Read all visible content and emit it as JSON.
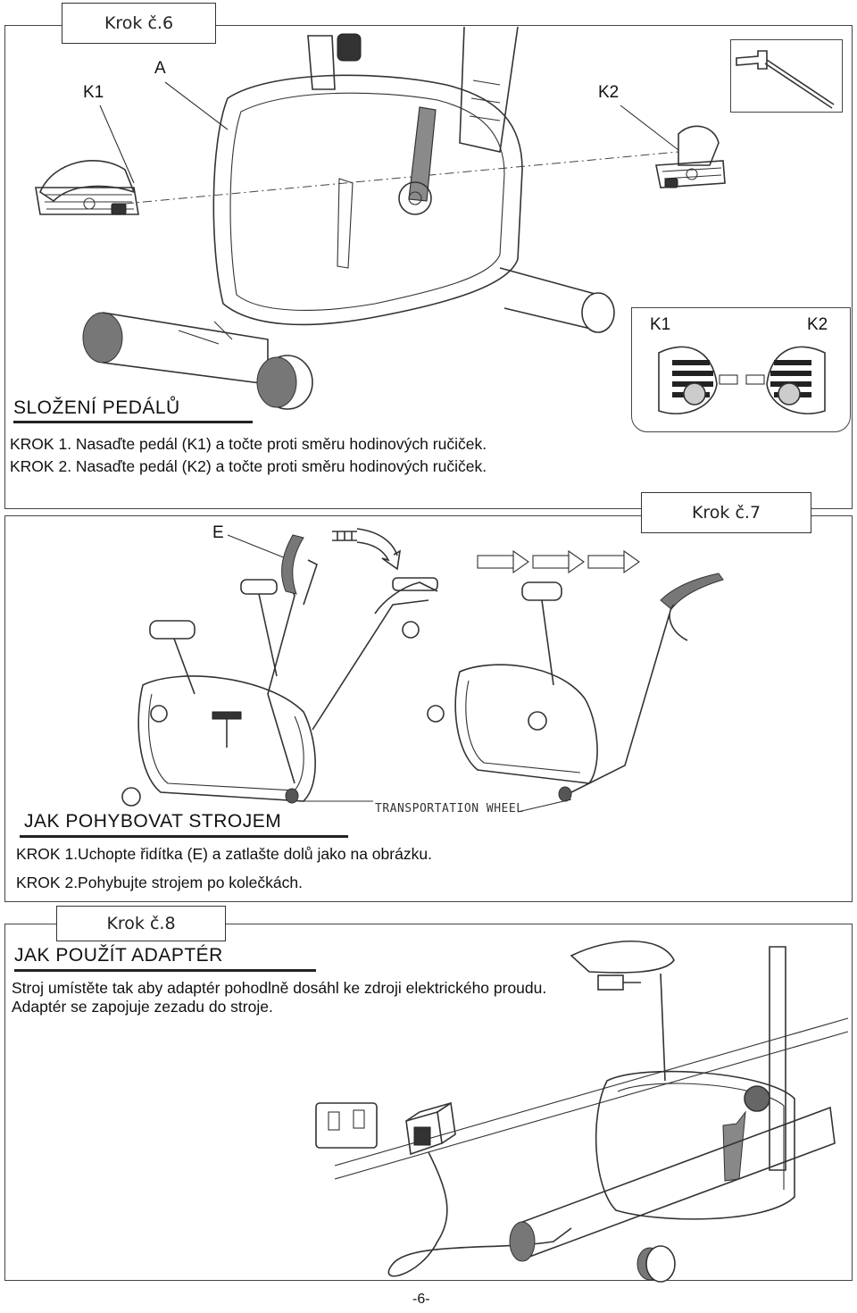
{
  "step6": {
    "box_label": "Krok č.6",
    "callout_k1": "K1",
    "callout_a": "A",
    "callout_k2": "K2",
    "inset_k1": "K1",
    "inset_k2": "K2",
    "heading": "SLOŽENÍ PEDÁLŮ",
    "line1": "KROK 1. Nasaďte pedál (K1) a točte proti směru hodinových ručiček.",
    "line2": "KROK 2. Nasaďte pedál (K2) a točte proti směru hodinových ručiček."
  },
  "step7": {
    "box_label": "Krok č.7",
    "callout_e": "E",
    "wheel_label": "TRANSPORTATION WHEEL",
    "heading": "JAK POHYBOVAT STROJEM",
    "line1": "KROK 1.Uchopte řidítka (E) a zatlašte dolů jako na obrázku.",
    "line2": "KROK 2.Pohybujte strojem po kolečkách."
  },
  "step8": {
    "box_label": "Krok č.8",
    "heading": "JAK POUŽÍT ADAPTÉR",
    "text": "Stroj umístěte tak aby adaptér pohodlně dosáhl ke zdroji elektrického proudu. Adaptér se zapojuje zezadu do stroje."
  },
  "footer": {
    "page_number": "-6-"
  }
}
